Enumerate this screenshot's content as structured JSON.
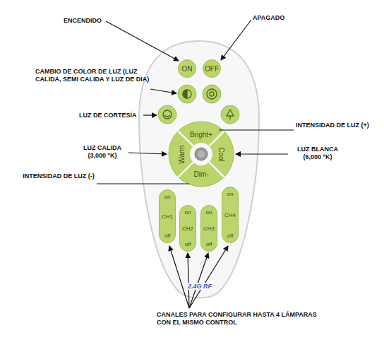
{
  "diagram": {
    "nodes": [
      {
        "text": [
          "2.4G RF"
        ]
      },
      {
        "text": [
          "ON"
        ],
        "in": 0
      },
      {
        "text": [
          "OFF"
        ],
        "in": 0
      },
      {
        "text": [
          "Bright+"
        ],
        "in": 0
      },
      {
        "text": [
          "Warm"
        ],
        "in": 0
      },
      {
        "text": [
          "Cool"
        ],
        "in": 0
      },
      {
        "text": [
          "Dim-"
        ],
        "in": 0
      },
      {
        "text": [
          "on",
          "CH1",
          "off"
        ],
        "in": 0
      },
      {
        "text": [
          "on",
          "CH2",
          "off"
        ],
        "in": 0
      },
      {
        "text": [
          "on",
          "CH3",
          "off"
        ],
        "in": 0
      },
      {
        "text": [
          "on",
          "CH4",
          "off"
        ],
        "in": 0
      }
    ],
    "labels": [
      "ENCENDIDO",
      "APAGADO",
      "CAMBIO DE COLOR DE LUZ (LUZ CALIDA, SEMI CALIDA Y LUZ DE DIA)",
      "LUZ DE CORTESÍA",
      "INTENSIDAD DE LUZ (+)",
      "LUZ CALIDA (3,000 ºK)",
      "LUZ BLANCA (6,000 ºK)",
      "INTENSIDAD DE LUZ (-)",
      "CANALES PARA CONFIGURAR HASTA 4 LÁMPARAS CON EL MISMO CONTROL"
    ]
  }
}
